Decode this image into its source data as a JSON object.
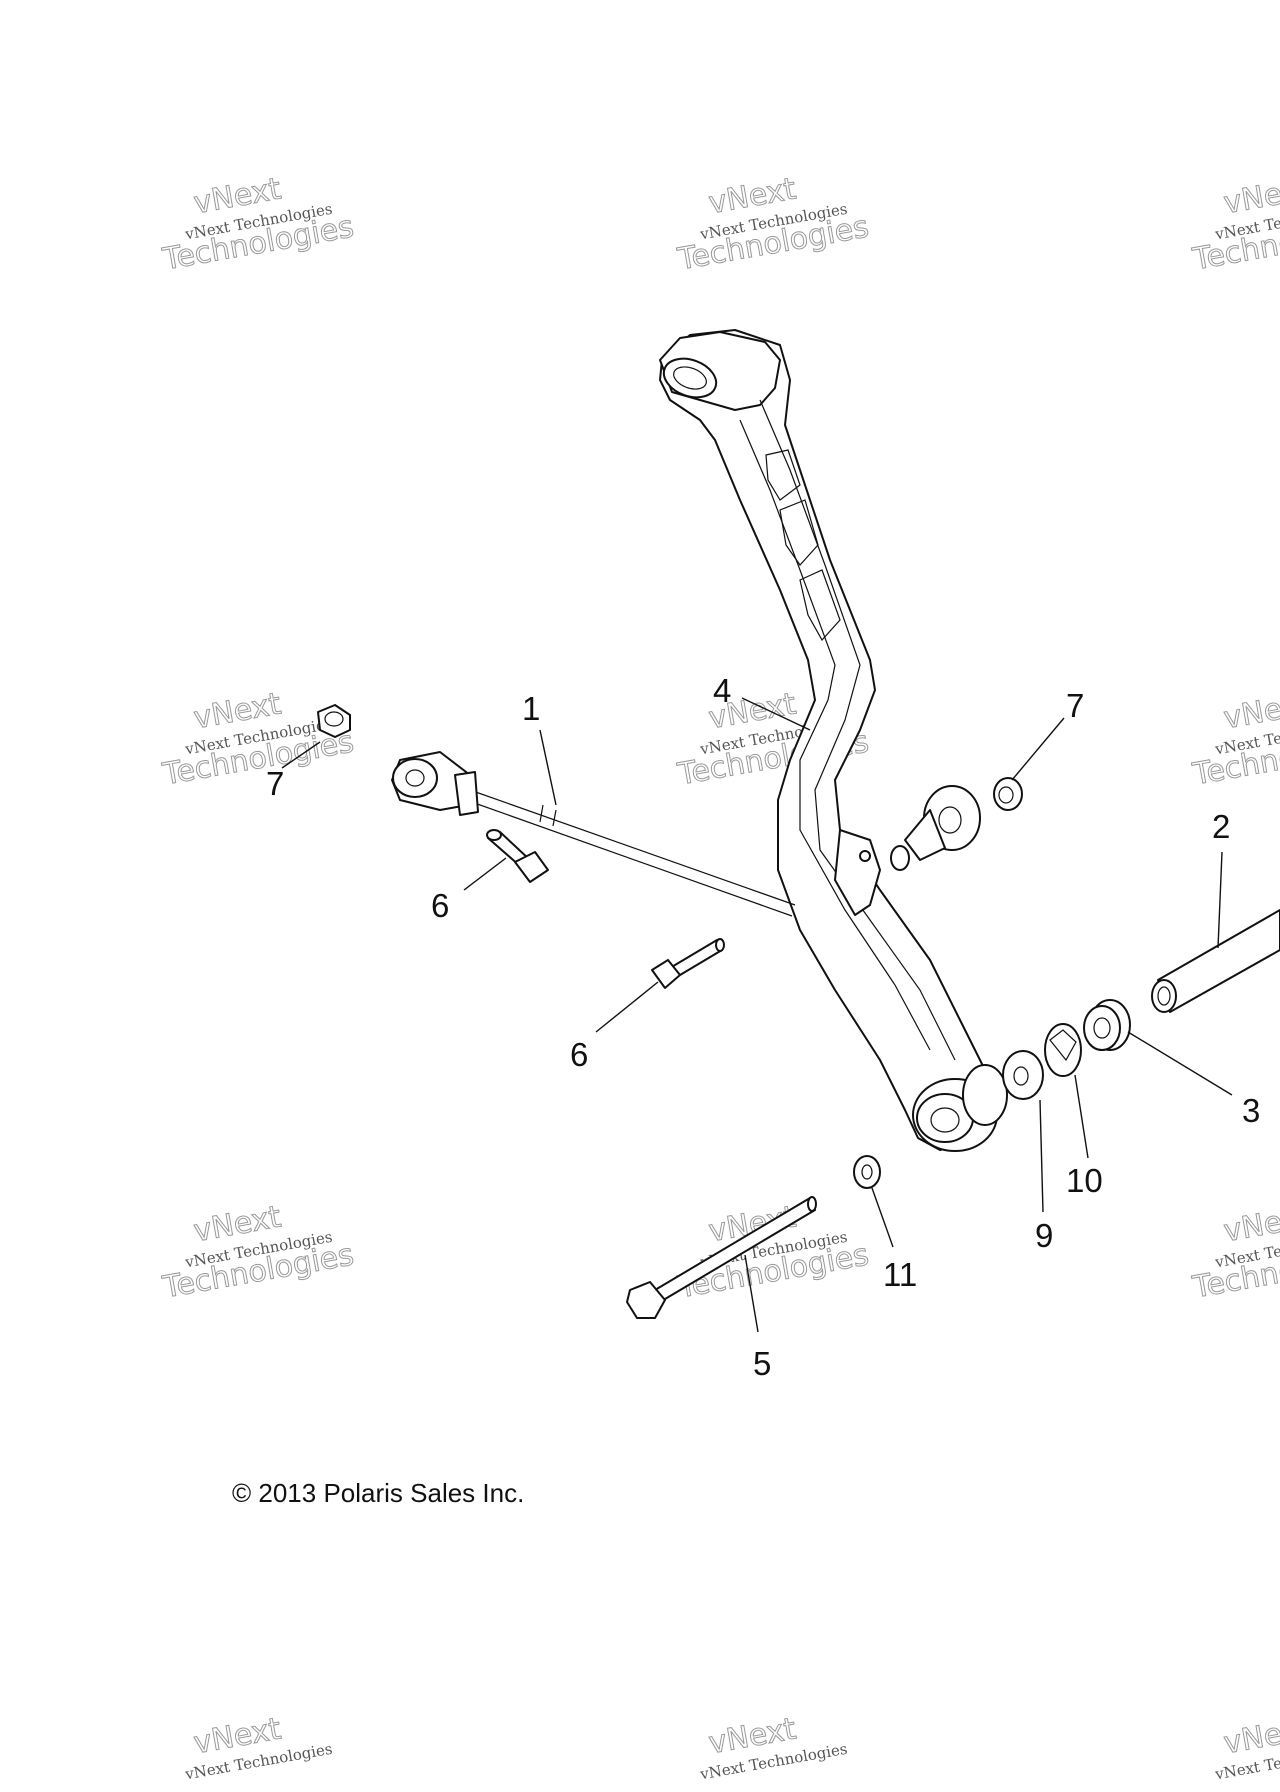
{
  "watermark": {
    "line1": "vNext",
    "line2": "vNext Technologies",
    "line3": "Technologies"
  },
  "callouts": {
    "c1": "1",
    "c2": "2",
    "c3": "3",
    "c4": "4",
    "c5": "5",
    "c6a": "6",
    "c6b": "6",
    "c7a": "7",
    "c7b": "7",
    "c9": "9",
    "c10": "10",
    "c11": "11"
  },
  "copyright": "© 2013 Polaris Sales Inc."
}
